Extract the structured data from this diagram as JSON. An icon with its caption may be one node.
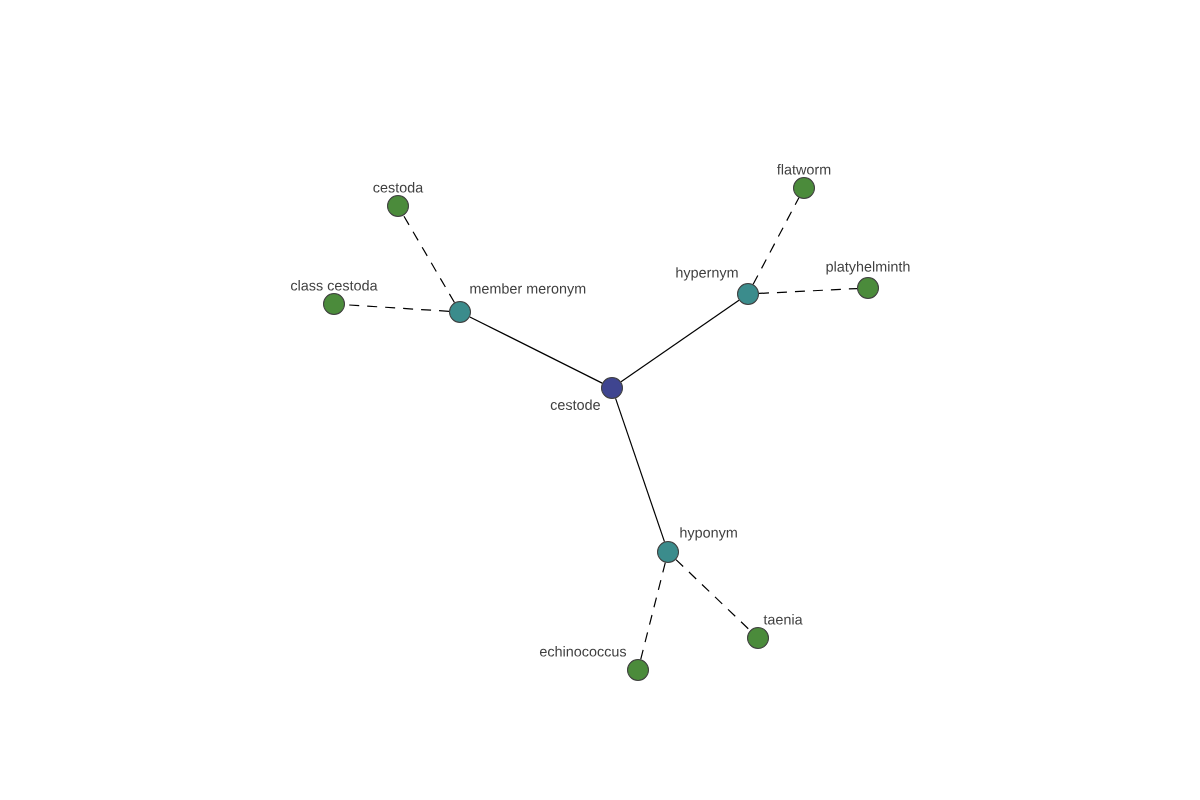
{
  "diagram": {
    "nodes": [
      {
        "text": [
          "cestoda"
        ]
      },
      {
        "text": [
          "flatworm"
        ]
      },
      {
        "text": [
          "class cestoda"
        ]
      },
      {
        "text": [
          "member meronym"
        ]
      },
      {
        "text": [
          "hypernym"
        ]
      },
      {
        "text": [
          "platyhelminth"
        ]
      },
      {
        "text": [
          "cestode"
        ]
      },
      {
        "text": [
          "hyponym"
        ]
      },
      {
        "text": [
          "taenia"
        ]
      },
      {
        "text": [
          "echinococcus"
        ]
      }
    ],
    "edges": [
      {
        "from": 6,
        "to": 3,
        "arrow": "none"
      },
      {
        "from": 6,
        "to": 4,
        "arrow": "none"
      },
      {
        "from": 6,
        "to": 7,
        "arrow": "none"
      },
      {
        "from": 3,
        "to": 0,
        "arrow": "none",
        "style": "dashed"
      },
      {
        "from": 3,
        "to": 2,
        "arrow": "none",
        "style": "dashed"
      },
      {
        "from": 4,
        "to": 1,
        "arrow": "none",
        "style": "dashed"
      },
      {
        "from": 4,
        "to": 5,
        "arrow": "none",
        "style": "dashed"
      },
      {
        "from": 7,
        "to": 8,
        "arrow": "none",
        "style": "dashed"
      },
      {
        "from": 7,
        "to": 9,
        "arrow": "none",
        "style": "dashed"
      }
    ]
  }
}
